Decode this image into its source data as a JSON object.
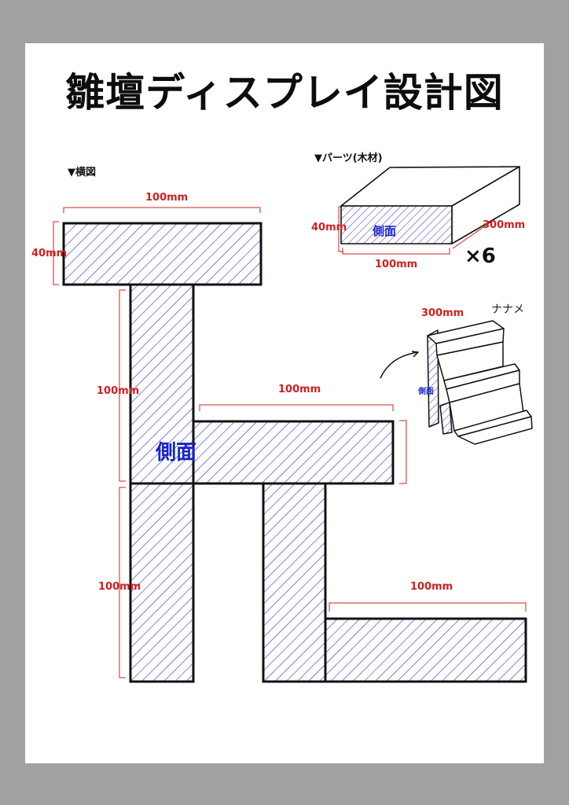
{
  "title": "雛壇ディスプレイ設計図",
  "section_side": "▼横図",
  "section_parts": "▼パーツ(木材)",
  "side_label": "側面",
  "dims": {
    "d100": "100mm",
    "d40": "40mm",
    "d300": "300mm"
  },
  "parts_count": "×6",
  "sketch_note": "ナナメ",
  "colors": {
    "hatch": "#2a33c8",
    "dimension": "#d02020",
    "outline": "#111111"
  }
}
